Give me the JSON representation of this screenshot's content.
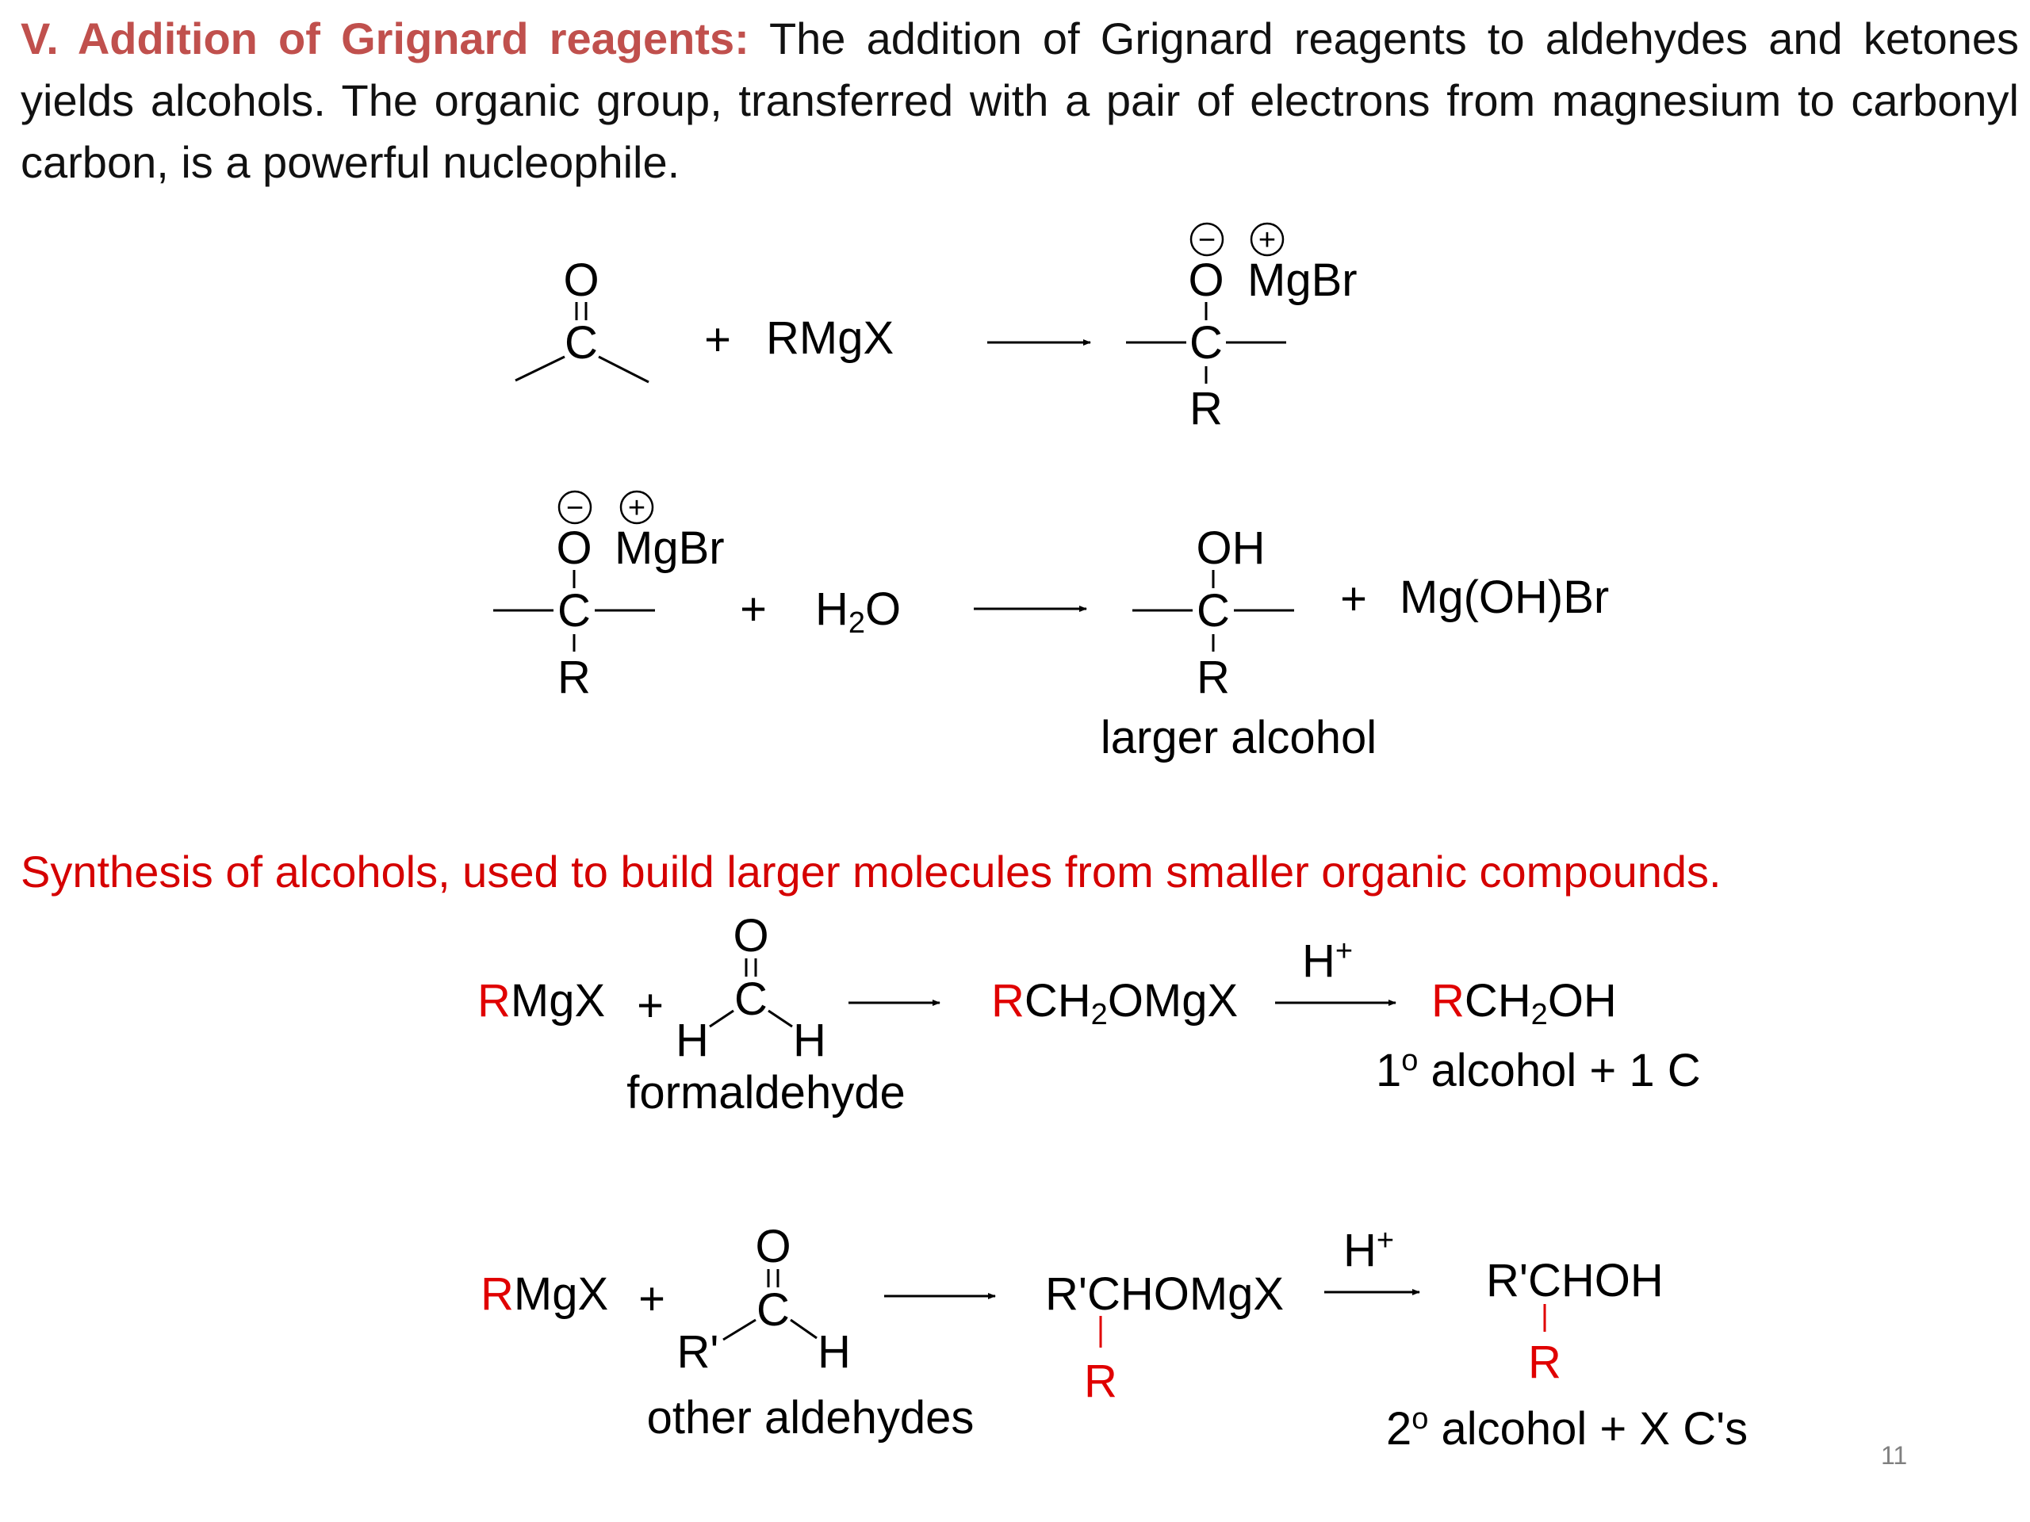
{
  "intro": {
    "heading": "V. Addition of Grignard reagents:",
    "body": " The addition of Grignard reagents to aldehydes and ketones yields alcohols. The organic group, transferred with a pair of electrons from magnesium to carbonyl carbon, is a powerful nucleophile."
  },
  "reaction1": {
    "carbonyl_o": "O",
    "carbonyl_c": "C",
    "plus": "+",
    "reagent": "RMgX",
    "neg_charge": "−",
    "pos_charge": "+",
    "product_o": "O",
    "product_mg": "MgBr",
    "product_c": "C",
    "product_r": "R"
  },
  "reaction2": {
    "neg_charge": "−",
    "pos_charge": "+",
    "start_o": "O",
    "start_mg": "MgBr",
    "start_c": "C",
    "start_r": "R",
    "plus": "+",
    "water_h": "H",
    "water_sub": "2",
    "water_o": "O",
    "product_oh": "OH",
    "product_c": "C",
    "product_r": "R",
    "plus2": "+",
    "byproduct": "Mg(OH)Br",
    "caption": "larger alcohol"
  },
  "synthesis_heading": "Synthesis of alcohols, used to build larger molecules from smaller organic compounds.",
  "reaction3": {
    "r": "R",
    "mgx": "MgX",
    "plus": "+",
    "o": "O",
    "c": "C",
    "h_left": "H",
    "h_right": "H",
    "caption": "formaldehyde",
    "inter_r": "R",
    "inter_ch": "CH",
    "inter_sub": "2",
    "inter_rest": "OMgX",
    "acid": "H",
    "acid_sup": "+",
    "prod_r": "R",
    "prod_ch": "CH",
    "prod_sub": "2",
    "prod_rest": "OH",
    "prod_degree": "1",
    "prod_degree_sup": "o",
    "prod_label": " alcohol + 1 C"
  },
  "reaction4": {
    "r": "R",
    "mgx": "MgX",
    "plus": "+",
    "o": "O",
    "c": "C",
    "r_prime": "R'",
    "h": "H",
    "caption": "other aldehydes",
    "inter": "R'CHOMgX",
    "inter_r": "R",
    "acid": "H",
    "acid_sup": "+",
    "prod": "R'CHOH",
    "prod_r": "R",
    "prod_degree": "2",
    "prod_degree_sup": "o",
    "prod_label": " alcohol + X C's"
  },
  "page_number": "11",
  "colors": {
    "heading": "#c0504d",
    "highlight": "#e00000",
    "text": "#000000"
  }
}
